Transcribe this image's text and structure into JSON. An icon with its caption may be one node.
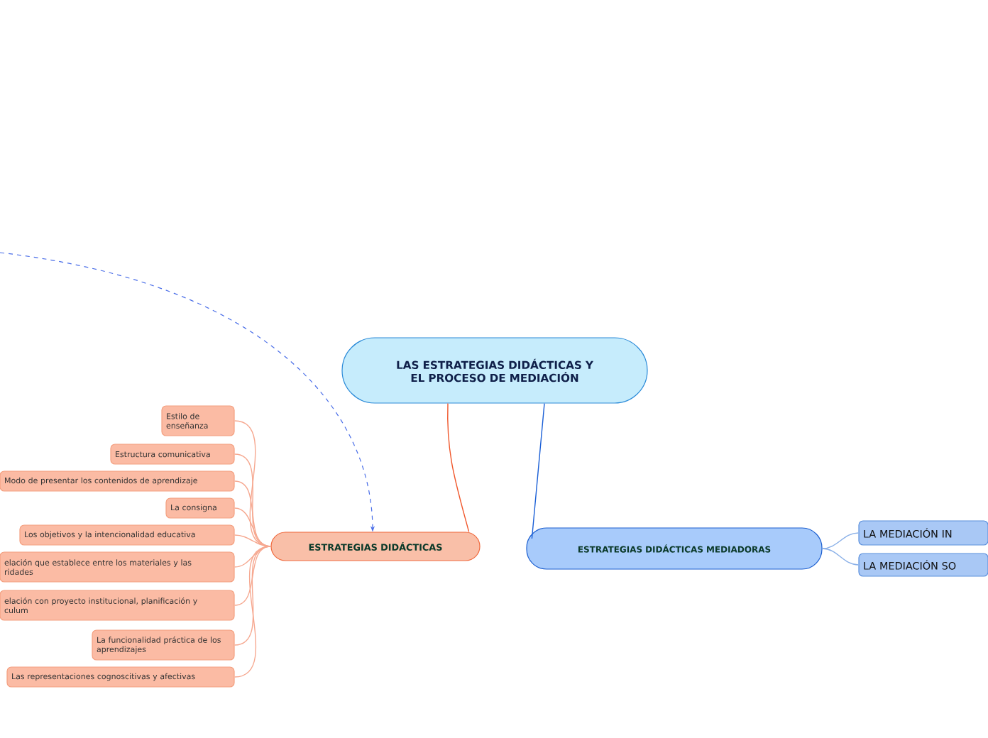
{
  "diagram": {
    "nodes": [
      {
        "text": [
          "LAS ESTRATEGIAS DIDÁCTICAS Y EL PROCESO DE MEDIACIÓN"
        ]
      },
      {
        "text": [
          "ESTRATEGIAS DIDÁCTICAS"
        ]
      },
      {
        "text": [
          "ESTRATEGIAS DIDÁCTICAS MEDIADORAS"
        ]
      },
      {
        "text": [
          "Estilo de enseñanza"
        ]
      },
      {
        "text": [
          "Estructura comunicativa"
        ]
      },
      {
        "text": [
          "Modo de presentar los contenidos de aprendizaje"
        ]
      },
      {
        "text": [
          "La consigna"
        ]
      },
      {
        "text": [
          "Los objetivos y la intencionalidad educativa"
        ]
      },
      {
        "text": [
          "elación que establece entre los materiales y las ridades"
        ]
      },
      {
        "text": [
          "elación con proyecto institucional, planificación y culum"
        ]
      },
      {
        "text": [
          "La funcionalidad práctica de los aprendizajes"
        ]
      },
      {
        "text": [
          "Las representaciones cognoscitivas y afectivas"
        ]
      },
      {
        "text": [
          "LA MEDIACIÓN IN"
        ]
      },
      {
        "text": [
          "LA MEDIACIÓN SO"
        ]
      }
    ],
    "edges": [
      {
        "from": 0,
        "to": 1,
        "arrow": "none",
        "color": "#f0562a"
      },
      {
        "from": 0,
        "to": 2,
        "arrow": "none",
        "color": "#1a5fd6"
      },
      {
        "from": 1,
        "to": 3,
        "arrow": "none"
      },
      {
        "from": 1,
        "to": 4,
        "arrow": "none"
      },
      {
        "from": 1,
        "to": 5,
        "arrow": "none"
      },
      {
        "from": 1,
        "to": 6,
        "arrow": "none"
      },
      {
        "from": 1,
        "to": 7,
        "arrow": "none"
      },
      {
        "from": 1,
        "to": 8,
        "arrow": "none"
      },
      {
        "from": 1,
        "to": 9,
        "arrow": "none"
      },
      {
        "from": 1,
        "to": 10,
        "arrow": "none"
      },
      {
        "from": 1,
        "to": 11,
        "arrow": "none"
      },
      {
        "from": 2,
        "to": 12,
        "arrow": "none",
        "color": "#8ab0e8"
      },
      {
        "from": 2,
        "to": 13,
        "arrow": "none",
        "color": "#8ab0e8"
      },
      {
        "from": null,
        "to": 1,
        "arrow": "to",
        "style": "dashed",
        "color": "#4a6ee8"
      }
    ]
  }
}
